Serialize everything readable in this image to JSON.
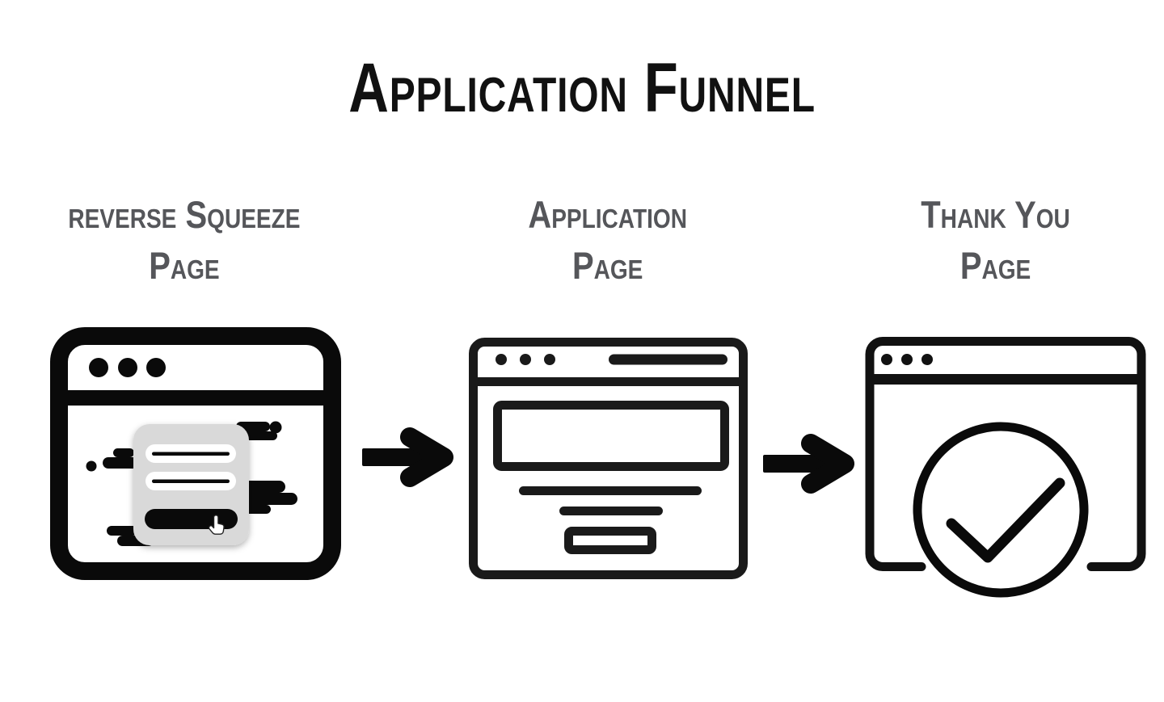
{
  "title": "Application Funnel",
  "colors": {
    "background": "#ffffff",
    "title_ink": "#111111",
    "label_gray": "#55565a",
    "icon_ink": "#0a0a0a",
    "icon_ink_soft": "#1a1a1a",
    "card_gray": "#d9d9d9"
  },
  "stages": [
    {
      "name": "reverse-squeeze-page",
      "label": "reverse Squeeze Page",
      "label_lines": [
        "reverse Squeeze",
        "Page"
      ],
      "icon": "browser-window-optin-form-icon"
    },
    {
      "name": "application-page",
      "label": "Application Page",
      "label_lines": [
        "Application",
        "Page"
      ],
      "icon": "browser-window-form-icon"
    },
    {
      "name": "thank-you-page",
      "label": "Thank You Page",
      "label_lines": [
        "Thank You",
        "Page"
      ],
      "icon": "browser-window-checkmark-icon"
    }
  ],
  "connectors": [
    {
      "name": "arrow-1",
      "icon": "right-arrow-icon"
    },
    {
      "name": "arrow-2",
      "icon": "right-arrow-icon"
    }
  ]
}
